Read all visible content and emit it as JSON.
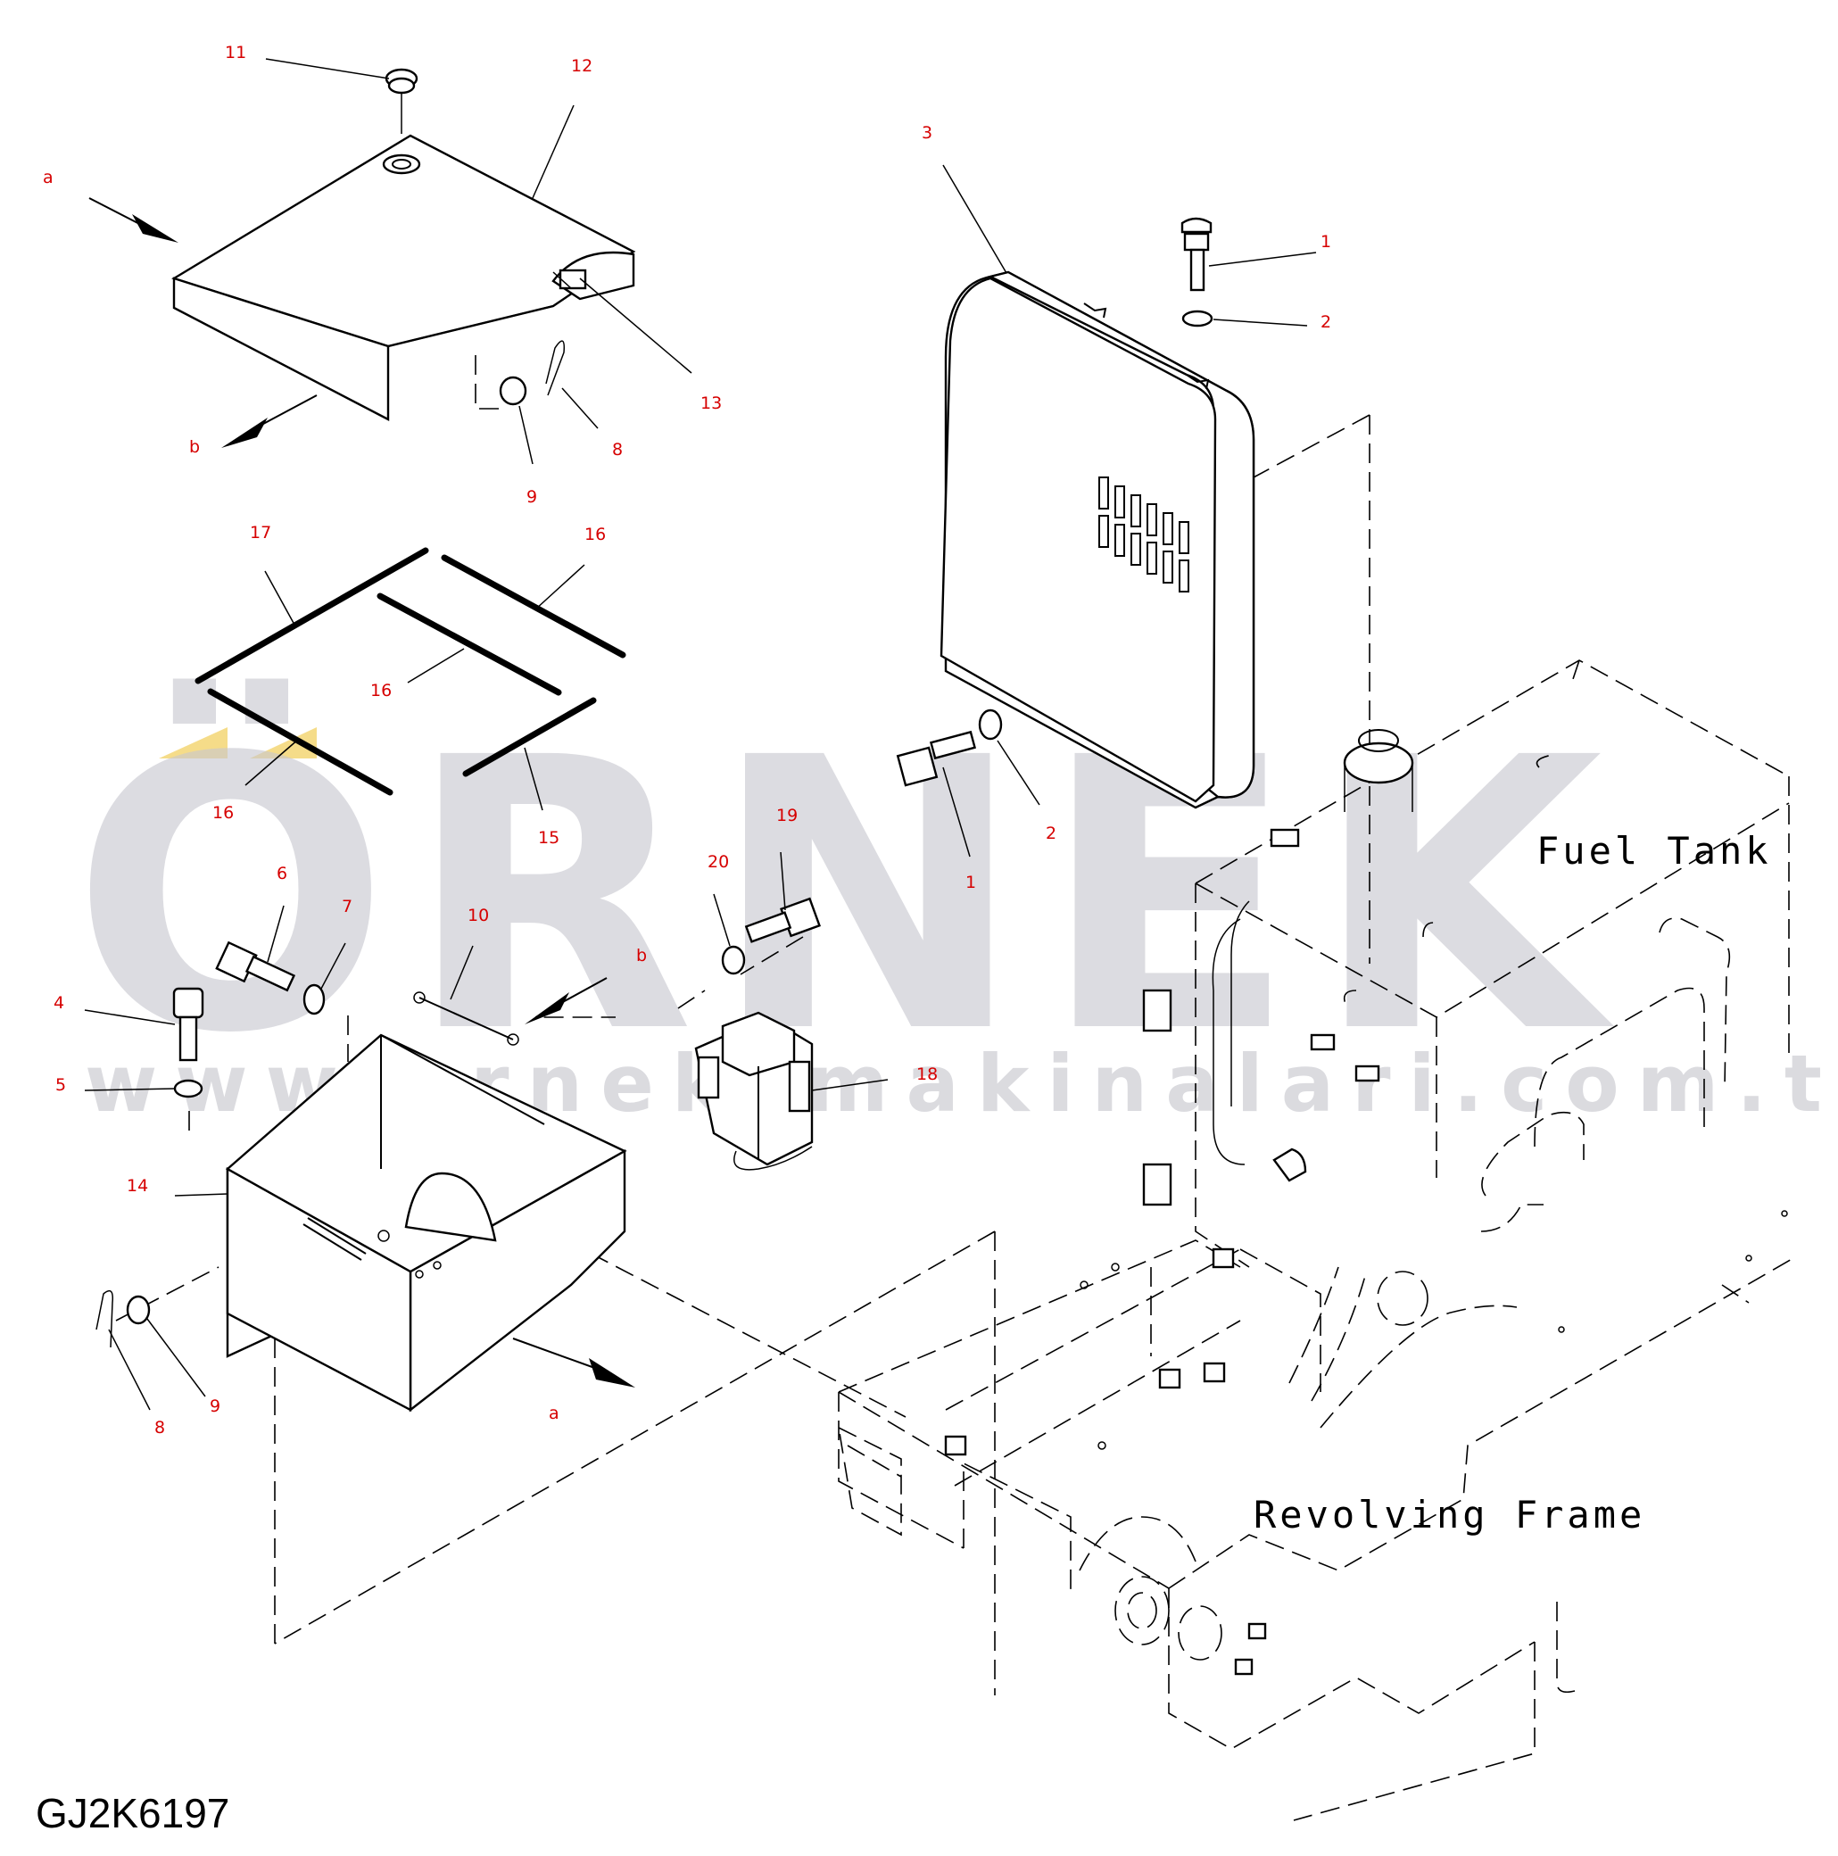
{
  "drawing_code": "GJ2K6197",
  "watermark": {
    "brand": "ÖRNEK",
    "url": "www.orneksmakinalari.com.tr"
  },
  "labels": {
    "fuel_tank": "Fuel Tank",
    "revolving_frame": "Revolving Frame"
  },
  "callouts": {
    "c1a": "1",
    "c1b": "1",
    "c2a": "2",
    "c2b": "2",
    "c3": "3",
    "c4": "4",
    "c5": "5",
    "c6": "6",
    "c7": "7",
    "c8a": "8",
    "c8b": "8",
    "c9a": "9",
    "c9b": "9",
    "c10": "10",
    "c11": "11",
    "c12": "12",
    "c13": "13",
    "c14": "14",
    "c15": "15",
    "c16a": "16",
    "c16b": "16",
    "c16c": "16",
    "c17": "17",
    "c18": "18",
    "c19": "19",
    "c20": "20",
    "a1": "a",
    "a2": "a",
    "b1": "b",
    "b2": "b"
  },
  "colors": {
    "callout": "#d60000",
    "watermark": "#c8c8cf",
    "watermark_accent": "#f2d36b"
  }
}
